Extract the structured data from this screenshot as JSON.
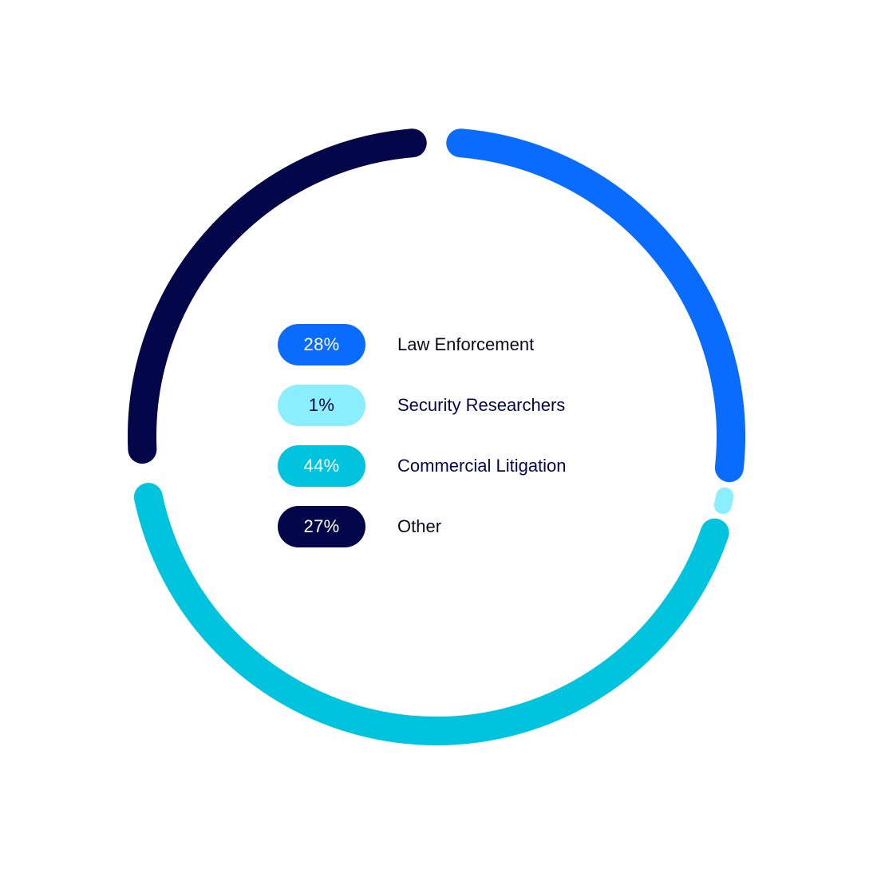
{
  "chart_data": {
    "type": "pie",
    "variant": "donut",
    "categories": [
      "Law Enforcement",
      "Security Researchers",
      "Commercial Litigation",
      "Other"
    ],
    "values": [
      28,
      1,
      44,
      27
    ],
    "unit": "%",
    "colors": [
      "#0a6cff",
      "#8aeefc",
      "#00c4de",
      "#04064a"
    ],
    "legend_position": "center"
  },
  "legend": [
    {
      "pct": "28%",
      "label": "Law Enforcement",
      "bg": "#0a6cff",
      "fg": "#ffffff",
      "label_color": "#0a0a1a"
    },
    {
      "pct": "1%",
      "label": "Security Researchers",
      "bg": "#8aeefc",
      "fg": "#04064a",
      "label_color": "#04064a"
    },
    {
      "pct": "44%",
      "label": "Commercial Litigation",
      "bg": "#00c4de",
      "fg": "#ffffff",
      "label_color": "#04064a"
    },
    {
      "pct": "27%",
      "label": "Other",
      "bg": "#04064a",
      "fg": "#ffffff",
      "label_color": "#0a0a1a"
    }
  ]
}
